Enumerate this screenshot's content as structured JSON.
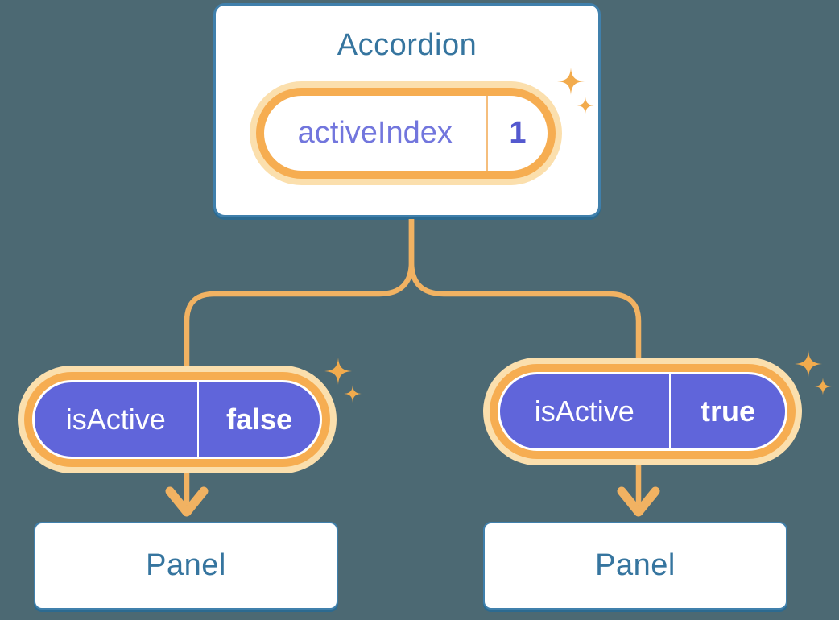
{
  "colors": {
    "background": "#4C6973",
    "surface": "#FFFFFF",
    "box_border": "#4080AC",
    "box_border_dark": "#2C6A90",
    "heading_text": "#36759F",
    "purple_fill": "#6065DA",
    "pill_text_light": "#FFFFFF",
    "state_label": "#7276DD",
    "state_value": "#5459CF",
    "orange_ring": "#F6AD51",
    "orange_halo": "#FBDFAD",
    "orange_divider": "#F5BE7D",
    "connector": "#F1B262",
    "sparkle": "#F2AB4D"
  },
  "accordion": {
    "title": "Accordion",
    "state_pill": {
      "label": "activeIndex",
      "value": "1"
    }
  },
  "props": [
    {
      "label": "isActive",
      "value": "false"
    },
    {
      "label": "isActive",
      "value": "true"
    }
  ],
  "panels": [
    {
      "title": "Panel"
    },
    {
      "title": "Panel"
    }
  ],
  "icons": {
    "sparkle": "four-pointed-star"
  }
}
